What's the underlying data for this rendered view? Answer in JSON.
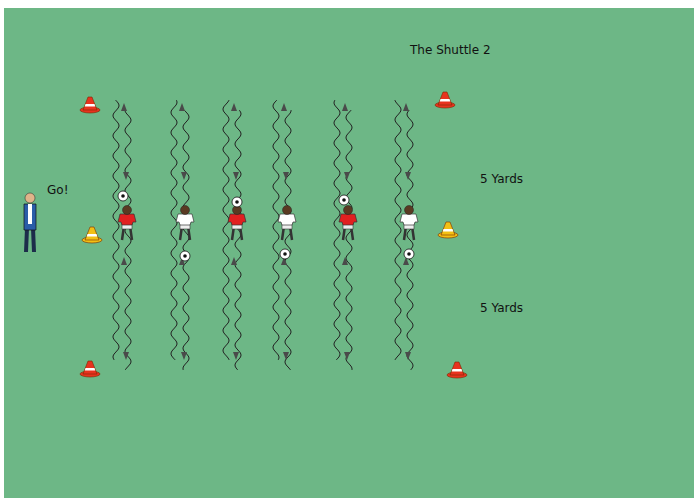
{
  "diagram": {
    "title": "The Shuttle 2",
    "labels": [
      "Go!",
      "5 Yards",
      "5 Yards"
    ]
  }
}
